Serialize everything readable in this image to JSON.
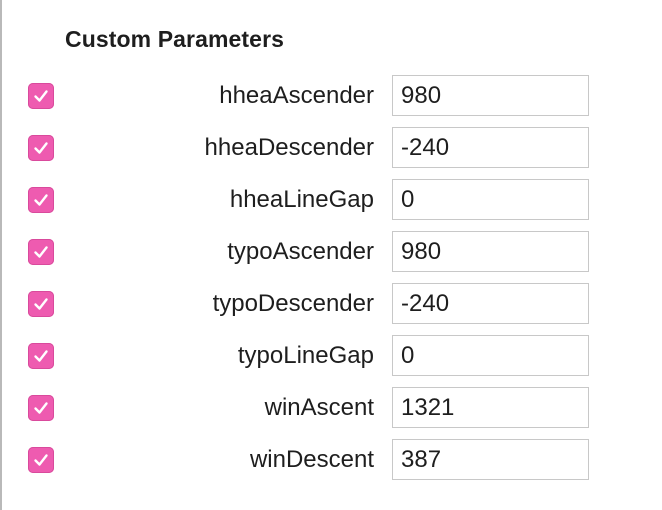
{
  "section": {
    "title": "Custom Parameters"
  },
  "params": [
    {
      "label": "hheaAscender",
      "value": "980",
      "checked": true
    },
    {
      "label": "hheaDescender",
      "value": "-240",
      "checked": true
    },
    {
      "label": "hheaLineGap",
      "value": "0",
      "checked": true
    },
    {
      "label": "typoAscender",
      "value": "980",
      "checked": true
    },
    {
      "label": "typoDescender",
      "value": "-240",
      "checked": true
    },
    {
      "label": "typoLineGap",
      "value": "0",
      "checked": true
    },
    {
      "label": "winAscent",
      "value": "1321",
      "checked": true
    },
    {
      "label": "winDescent",
      "value": "387",
      "checked": true
    }
  ],
  "colors": {
    "checkbox_accent": "#ee5bb0"
  },
  "icons": {
    "checkbox_mark": "checkmark-icon"
  }
}
